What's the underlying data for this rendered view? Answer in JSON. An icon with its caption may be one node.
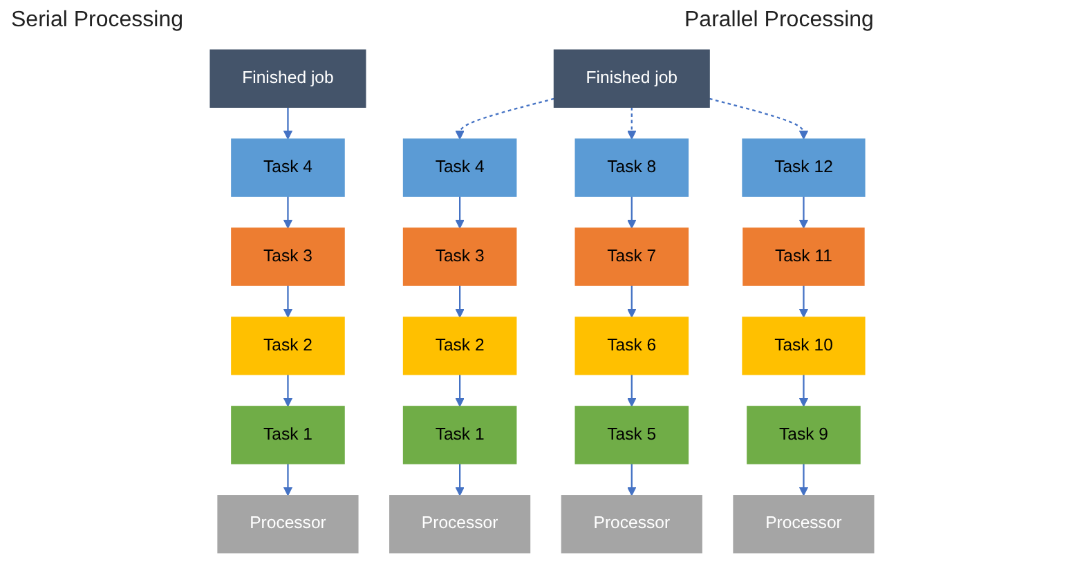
{
  "diagram": {
    "nodes": [
      {
        "text": [
          "Finished job"
        ]
      },
      {
        "text": [
          "Task 4"
        ]
      },
      {
        "text": [
          "Task 3"
        ]
      },
      {
        "text": [
          "Task 2"
        ]
      },
      {
        "text": [
          "Task 1"
        ]
      },
      {
        "text": [
          "Processor"
        ]
      },
      {
        "text": [
          "Finished job"
        ]
      },
      {
        "text": [
          "Task 4"
        ]
      },
      {
        "text": [
          "Task 8"
        ]
      },
      {
        "text": [
          "Task 12"
        ]
      },
      {
        "text": [
          "Task 3"
        ]
      },
      {
        "text": [
          "Task 7"
        ]
      },
      {
        "text": [
          "Task 11"
        ]
      },
      {
        "text": [
          "Task 2"
        ]
      },
      {
        "text": [
          "Task 6"
        ]
      },
      {
        "text": [
          "Task 10"
        ]
      },
      {
        "text": [
          "Task 1"
        ]
      },
      {
        "text": [
          "Task 5"
        ]
      },
      {
        "text": [
          "Task 9"
        ]
      },
      {
        "text": [
          "Processor"
        ]
      },
      {
        "text": [
          "Processor"
        ]
      },
      {
        "text": [
          "Processor"
        ]
      }
    ],
    "edges": [
      {
        "from": 0,
        "to": 1,
        "arrow": "to"
      },
      {
        "from": 1,
        "to": 2,
        "arrow": "to"
      },
      {
        "from": 2,
        "to": 3,
        "arrow": "to"
      },
      {
        "from": 3,
        "to": 4,
        "arrow": "to"
      },
      {
        "from": 4,
        "to": 5,
        "arrow": "to"
      },
      {
        "from": 6,
        "to": 7,
        "arrow": "to",
        "style": "dashed"
      },
      {
        "from": 6,
        "to": 8,
        "arrow": "to",
        "style": "dashed"
      },
      {
        "from": 6,
        "to": 9,
        "arrow": "to",
        "style": "dashed"
      },
      {
        "from": 7,
        "to": 10,
        "arrow": "to"
      },
      {
        "from": 10,
        "to": 13,
        "arrow": "to"
      },
      {
        "from": 13,
        "to": 16,
        "arrow": "to"
      },
      {
        "from": 16,
        "to": 19,
        "arrow": "to"
      },
      {
        "from": 8,
        "to": 11,
        "arrow": "to"
      },
      {
        "from": 11,
        "to": 14,
        "arrow": "to"
      },
      {
        "from": 14,
        "to": 17,
        "arrow": "to"
      },
      {
        "from": 17,
        "to": 20,
        "arrow": "to"
      },
      {
        "from": 9,
        "to": 12,
        "arrow": "to"
      },
      {
        "from": 12,
        "to": 15,
        "arrow": "to"
      },
      {
        "from": 15,
        "to": 18,
        "arrow": "to"
      },
      {
        "from": 18,
        "to": 21,
        "arrow": "to"
      }
    ],
    "labels": [
      "Serial Processing",
      "Parallel Processing"
    ]
  }
}
